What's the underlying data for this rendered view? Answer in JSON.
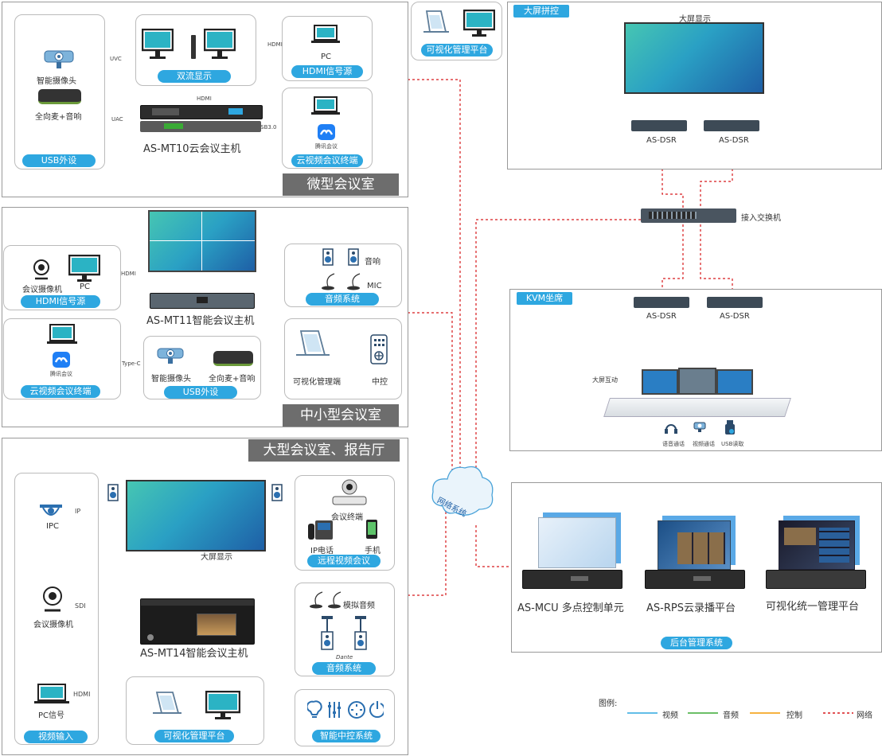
{
  "colors": {
    "video": "#2ea7e0",
    "audio": "#3aaa35",
    "control": "#f39800",
    "network": "#d7191c",
    "pill": "#2ea7e0",
    "title_bg": "#6d6d6d"
  },
  "micro": {
    "title": "微型会议室",
    "usb_group": "USB外设",
    "camera": "智能摄像头",
    "mic_speaker": "全向麦+音响",
    "uvc": "UVC",
    "uac": "UAC",
    "dual_display": "双流显示",
    "hdmi_out": "HDMI",
    "hdmi_in": "HDMI",
    "pc": "PC",
    "hdmi_source": "HDMI信号源",
    "usb30": "USB3.0",
    "tencent": "腾讯会议",
    "cloud_terminal": "云视频会议终端",
    "host": "AS-MT10云会议主机"
  },
  "top_platform": {
    "label": "可视化管理平台"
  },
  "bigscreen": {
    "title": "大屏拼控",
    "display": "大屏显示",
    "dsr1": "AS-DSR",
    "dsr2": "AS-DSR",
    "switch": "接入交换机"
  },
  "kvm": {
    "title": "KVM坐席",
    "dsr1": "AS-DSR",
    "dsr2": "AS-DSR",
    "interaction": "大屏互动",
    "voice": "语音通话",
    "video": "视频通话",
    "usb": "USB读取"
  },
  "small": {
    "title": "中小型会议室",
    "cam": "会议摄像机",
    "pc": "PC",
    "hdmi_source": "HDMI信号源",
    "hdmi": "HDMI",
    "typec": "Type-C",
    "tencent": "腾讯会议",
    "cloud_terminal": "云视频会议终端",
    "host": "AS-MT11智能会议主机",
    "usb_cam": "智能摄像头",
    "usb_mic": "全向麦+音响",
    "usb_group": "USB外设",
    "speaker": "音响",
    "mic": "MIC",
    "audio_system": "音频系统",
    "vis_terminal": "可视化管理端",
    "central": "中控"
  },
  "cloud": {
    "label": "网络系统"
  },
  "large": {
    "title": "大型会议室、报告厅",
    "ipc": "IPC",
    "ip": "IP",
    "cam": "会议摄像机",
    "sdi": "SDI",
    "pc_signal": "PC信号",
    "hdmi": "HDMI",
    "video_input": "视频输入",
    "screen": "大屏显示",
    "host": "AS-MT14智能会议主机",
    "conf_terminal": "会议终端",
    "ip_phone": "IP电话",
    "mobile": "手机",
    "remote_video": "远程视频会议",
    "analog_audio": "模拟音频",
    "dante": "Dante",
    "audio_system": "音频系统",
    "vis_platform": "可视化管理平台",
    "smart_control": "智能中控系统"
  },
  "backend": {
    "mcu": "AS-MCU 多点控制单元",
    "rps": "AS-RPS云录播平台",
    "unified": "可视化统一管理平台",
    "group": "后台管理系统"
  },
  "legend": {
    "title": "图例:",
    "video": "视频",
    "audio": "音频",
    "control": "控制",
    "network": "网络"
  }
}
